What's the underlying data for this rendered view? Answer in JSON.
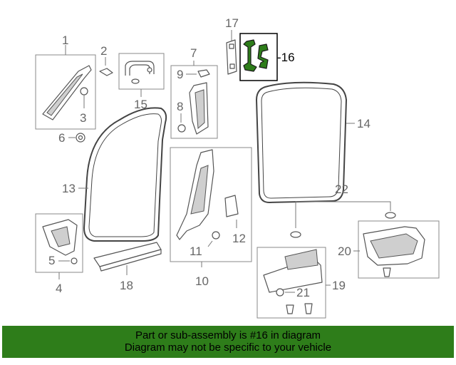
{
  "diagram": {
    "callouts": {
      "c1": "1",
      "c2": "2",
      "c3": "3",
      "c4": "4",
      "c5": "5",
      "c6": "6",
      "c7": "7",
      "c8": "8",
      "c9": "9",
      "c10": "10",
      "c11": "11",
      "c12": "12",
      "c13": "13",
      "c14": "14",
      "c15": "15",
      "c16": "-16",
      "c17": "17",
      "c18": "18",
      "c19": "19",
      "c20": "20",
      "c21": "21",
      "c22": "22"
    },
    "highlighted_part": "16",
    "highlight_color": "#2e7d1a"
  },
  "banner": {
    "line1": "Part or sub-assembly is #16 in diagram",
    "line2": "Diagram may not be specific to your vehicle",
    "background_color": "#2e7d1a"
  }
}
